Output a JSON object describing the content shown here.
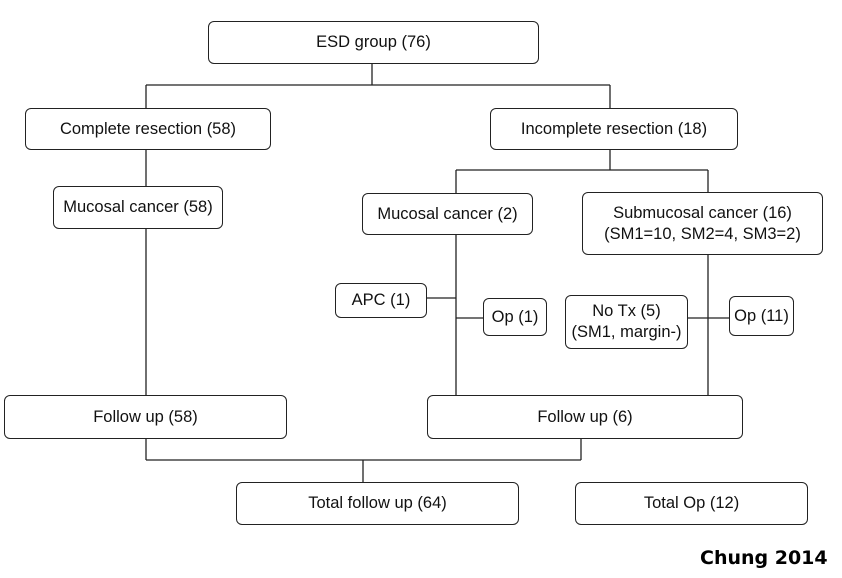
{
  "diagram": {
    "root": "ESD group (76)",
    "complete": "Complete resection (58)",
    "incomplete": "Incomplete resection (18)",
    "mucosal_left": "Mucosal cancer (58)",
    "mucosal_mid": "Mucosal cancer (2)",
    "submucosal_line1": "Submucosal cancer (16)",
    "submucosal_line2": "(SM1=10, SM2=4, SM3=2)",
    "apc": "APC (1)",
    "op_left": "Op (1)",
    "no_tx_line1": "No Tx (5)",
    "no_tx_line2": "(SM1, margin-)",
    "op_right": "Op (11)",
    "follow_left": "Follow up (58)",
    "follow_right": "Follow up (6)",
    "total_follow": "Total follow up (64)",
    "total_op": "Total Op (12)"
  },
  "credit": "Chung 2014"
}
